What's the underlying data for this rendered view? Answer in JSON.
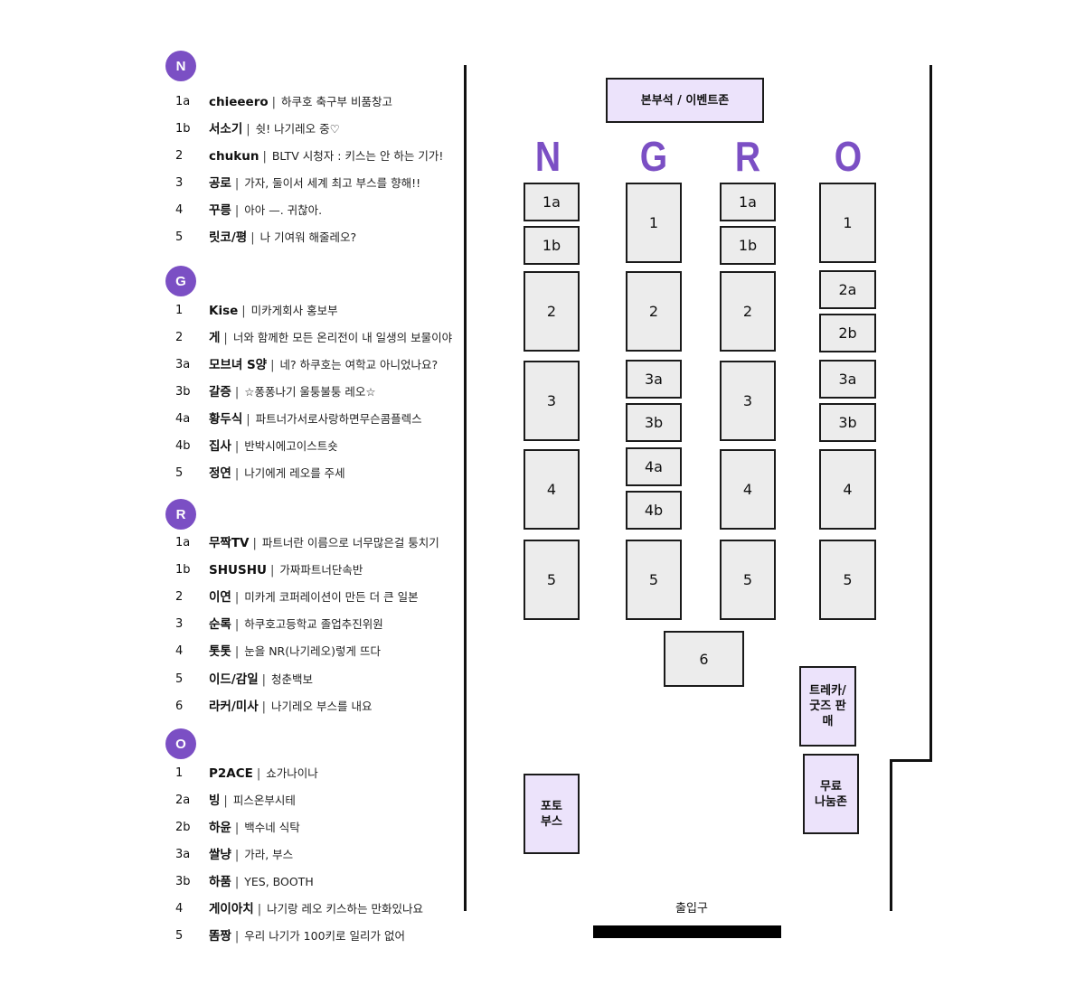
{
  "sections": [
    {
      "letter": "N",
      "entries": [
        {
          "booth": "1a",
          "name": "chieeero",
          "desc": "하쿠호 축구부 비품창고"
        },
        {
          "booth": "1b",
          "name": "서소기",
          "desc": "쉿! 나기레오 중♡"
        },
        {
          "booth": "2",
          "name": "chukun",
          "desc": "BLTV 시청자 : 키스는 안 하는 기가!"
        },
        {
          "booth": "3",
          "name": "공로",
          "desc": "가자, 둘이서 세계 최고 부스를 향해!!"
        },
        {
          "booth": "4",
          "name": "꾸릉",
          "desc": "아아 —. 귀찮아."
        },
        {
          "booth": "5",
          "name": "릿코/평",
          "desc": "나 기여워 해줄레오?"
        }
      ]
    },
    {
      "letter": "G",
      "entries": [
        {
          "booth": "1",
          "name": "Kise",
          "desc": "미카게회사 홍보부"
        },
        {
          "booth": "2",
          "name": "게",
          "desc": "너와 함께한 모든 온리전이 내 일생의 보물이야"
        },
        {
          "booth": "3a",
          "name": "모브녀 S양",
          "desc": "네? 하쿠호는 여학교 아니었나요?"
        },
        {
          "booth": "3b",
          "name": "갈증",
          "desc": "☆퐁퐁나기 울퉁불퉁 레오☆"
        },
        {
          "booth": "4a",
          "name": "황두식",
          "desc": "파트너가서로사랑하면무슨콤플렉스"
        },
        {
          "booth": "4b",
          "name": "집사",
          "desc": "반박시에고이스트숏"
        },
        {
          "booth": "5",
          "name": "정연",
          "desc": "나기에게 레오를 주세"
        }
      ]
    },
    {
      "letter": "R",
      "entries": [
        {
          "booth": "1a",
          "name": "무짝TV",
          "desc": "파트너란 이름으로 너무많은걸 퉁치기"
        },
        {
          "booth": "1b",
          "name": "SHUSHU",
          "desc": "가짜파트너단속반"
        },
        {
          "booth": "2",
          "name": "이연",
          "desc": "미카게 코퍼레이션이 만든 더 큰 일본"
        },
        {
          "booth": "3",
          "name": "순록",
          "desc": "하쿠호고등학교 졸업추진위원"
        },
        {
          "booth": "4",
          "name": "톳톳",
          "desc": "눈을 NR(나기레오)렇게 뜨다"
        },
        {
          "booth": "5",
          "name": "이드/감일",
          "desc": "청춘백보"
        },
        {
          "booth": "6",
          "name": "라커/미사",
          "desc": "나기레오 부스를 내요"
        }
      ]
    },
    {
      "letter": "O",
      "entries": [
        {
          "booth": "1",
          "name": "P2ACE",
          "desc": "쇼가나이나"
        },
        {
          "booth": "2a",
          "name": "빙",
          "desc": "피스온부시테"
        },
        {
          "booth": "2b",
          "name": "하윤",
          "desc": "백수네 식탁"
        },
        {
          "booth": "3a",
          "name": "쌀냥",
          "desc": "가라, 부스"
        },
        {
          "booth": "3b",
          "name": "하품",
          "desc": "YES, BOOTH"
        },
        {
          "booth": "4",
          "name": "게이아치",
          "desc": "나기랑 레오 키스하는 만화있나요"
        },
        {
          "booth": "5",
          "name": "똠짱",
          "desc": "우리 나기가 100키로 일리가 없어"
        }
      ]
    }
  ],
  "floor": {
    "headquarters": "본부석 / 이벤트존",
    "columns": [
      "N",
      "G",
      "R",
      "O"
    ],
    "booths": {
      "N": [
        "1a",
        "1b",
        "2",
        "3",
        "4",
        "5"
      ],
      "G": [
        "1",
        "2",
        "3a",
        "3b",
        "4a",
        "4b",
        "5"
      ],
      "R": [
        "1a",
        "1b",
        "2",
        "3",
        "4",
        "5",
        "6"
      ],
      "O": [
        "1",
        "2a",
        "2b",
        "3a",
        "3b",
        "4",
        "5"
      ]
    },
    "photo_booth": "포토\n부스",
    "merch": "트레카/\n굿즈 판매",
    "free_share": "무료\n나눔존",
    "exit": "출입구"
  },
  "colors": {
    "accent": "#7b4fc4",
    "booth_fill": "#ececec",
    "special_fill": "#ece3fb"
  }
}
